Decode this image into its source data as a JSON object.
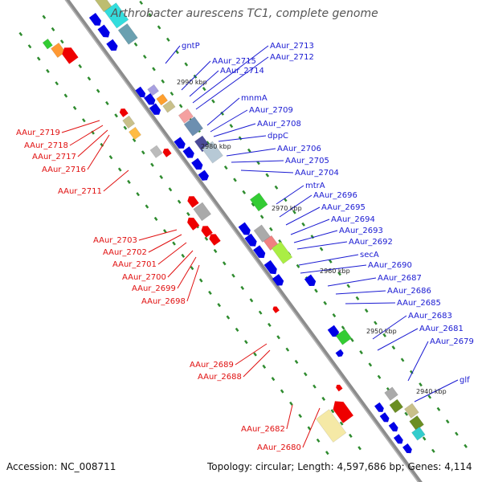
{
  "title": "Arthrobacter aurescens TC1, complete genome",
  "footer": {
    "accession": "Accession: NC_008711",
    "summary": "Topology: circular; Length: 4,597,686 bp; Genes: 4,114"
  },
  "colors": {
    "forward_labels": "#1a1ad2",
    "reverse_labels": "#e01010",
    "forward_genes": "#0000e6",
    "reverse_genes": "#ee0000",
    "backbone": "#8c8c8c",
    "tick_marks": "#2e8b2e"
  },
  "kbp_markers": [
    "2990 kbp",
    "2980 kbp",
    "2970 kbp",
    "2960 kbp",
    "2950 kbp",
    "2940 kbp"
  ],
  "forward_gene_labels": [
    "gntP",
    "AAur_2715",
    "AAur_2714",
    "AAur_2713",
    "AAur_2712",
    "mnmA",
    "AAur_2709",
    "AAur_2708",
    "dppC",
    "AAur_2706",
    "AAur_2705",
    "AAur_2704",
    "mtrA",
    "AAur_2696",
    "AAur_2695",
    "AAur_2694",
    "AAur_2693",
    "AAur_2692",
    "secA",
    "AAur_2690",
    "AAur_2687",
    "AAur_2686",
    "AAur_2685",
    "AAur_2683",
    "AAur_2681",
    "AAur_2679",
    "glf"
  ],
  "reverse_gene_labels": [
    "AAur_2719",
    "AAur_2718",
    "AAur_2717",
    "AAur_2716",
    "AAur_2711",
    "AAur_2703",
    "AAur_2702",
    "AAur_2701",
    "AAur_2700",
    "AAur_2699",
    "AAur_2698",
    "AAur_2689",
    "AAur_2688",
    "AAur_2682",
    "AAur_2680"
  ]
}
